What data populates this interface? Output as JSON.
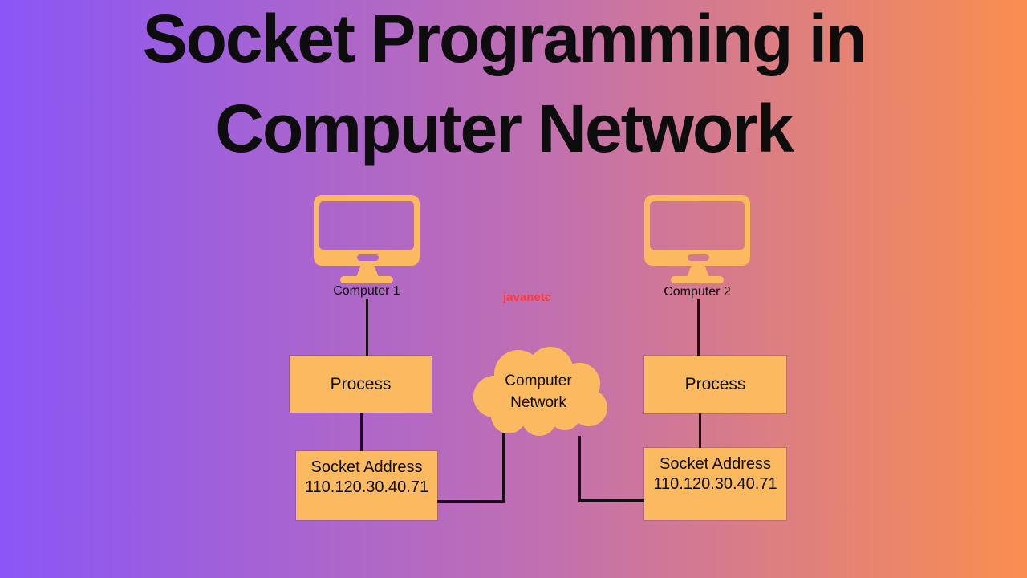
{
  "title": {
    "line1": "Socket Programming in",
    "line2": "Computer Network"
  },
  "watermark": {
    "text": "javanetc"
  },
  "colors": {
    "bg_left": "#8a56f6",
    "bg_mid": "#c06fb2",
    "bg_right": "#fa8e50",
    "shape_orange": "#fbba60",
    "line_black": "#111111",
    "watermark_red": "#fb3b3b",
    "text_black": "#0d0d0d"
  },
  "nodes": {
    "computer1": {
      "label": "Computer 1"
    },
    "computer2": {
      "label": "Computer 2"
    },
    "process1": {
      "label": "Process"
    },
    "process2": {
      "label": "Process"
    },
    "socket1": {
      "title": "Socket Address",
      "address": "110.120.30.40.71"
    },
    "socket2": {
      "title": "Socket Address",
      "address": "110.120.30.40.71"
    },
    "network_cloud": {
      "line1": "Computer",
      "line2": "Network"
    }
  }
}
